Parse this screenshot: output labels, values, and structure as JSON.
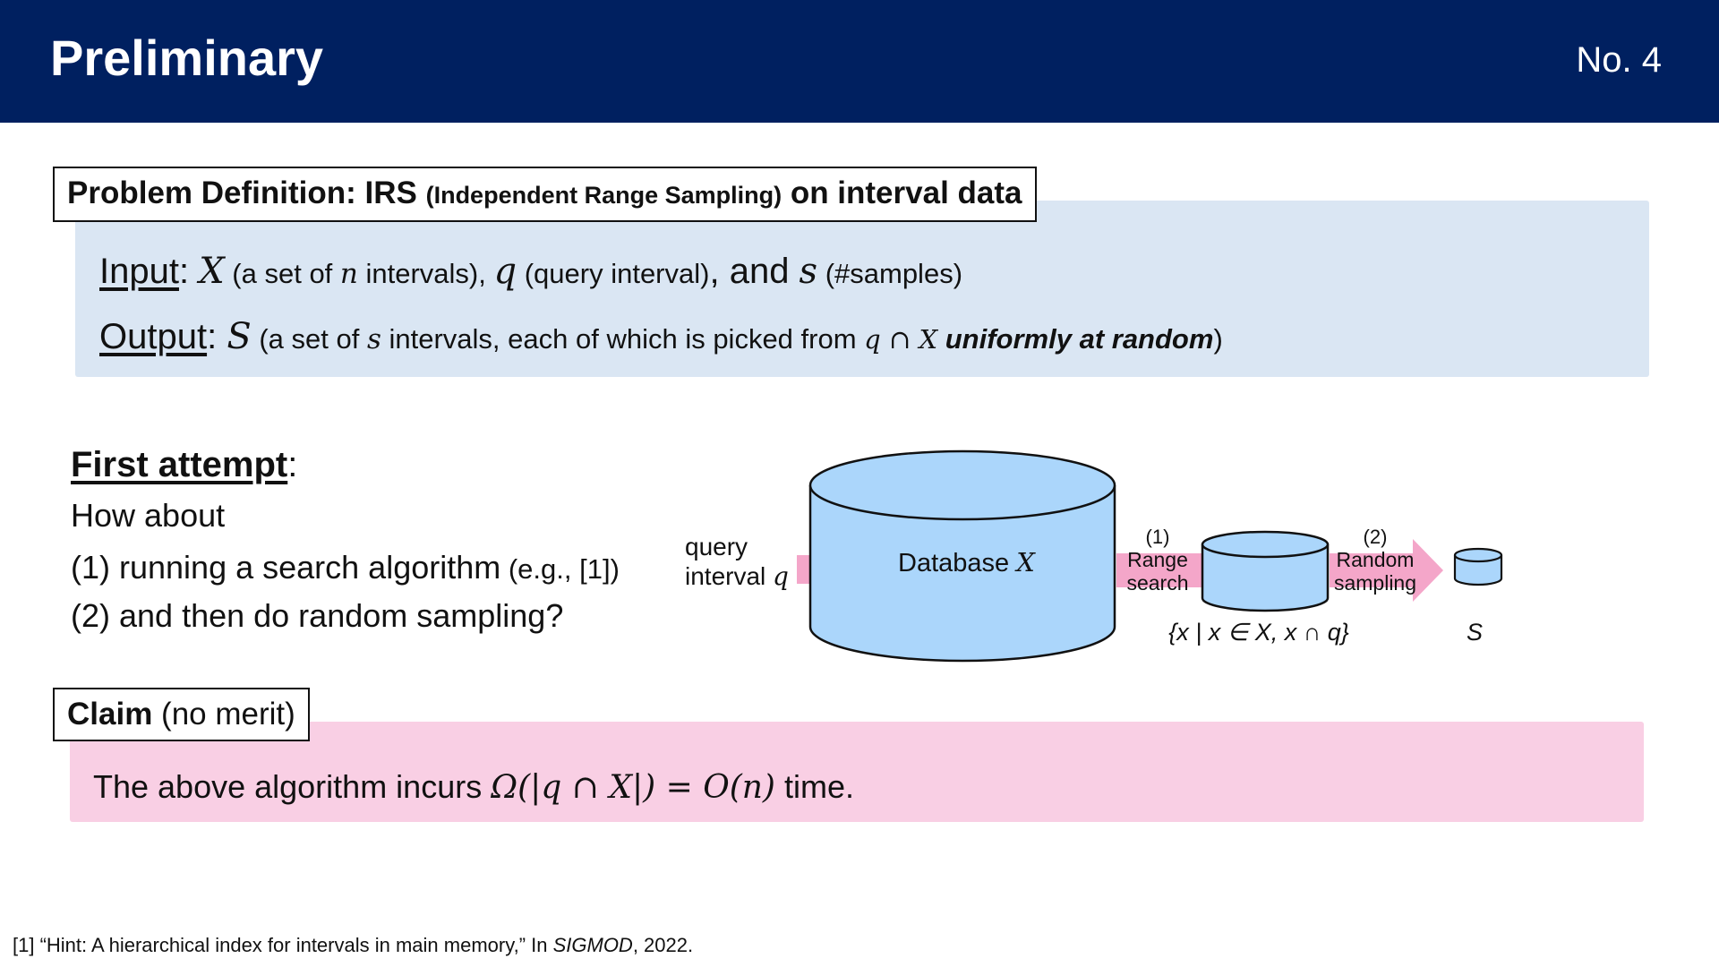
{
  "header": {
    "title": "Preliminary",
    "page_number": "No.  4"
  },
  "problem": {
    "label_main": "Problem Definition: IRS ",
    "label_paren": "(Independent Range Sampling)",
    "label_tail": " on interval data",
    "input_label": "Input",
    "input_X": "X",
    "input_X_desc_a": " (a set of ",
    "input_n": "n",
    "input_X_desc_b": " intervals), ",
    "input_q": "q",
    "input_q_desc": " (query interval)",
    "input_and": ", and ",
    "input_s": "s",
    "input_s_desc": " (#samples)",
    "output_label": "Output",
    "output_S": "S",
    "output_desc_a": " (a set of ",
    "output_s": "s",
    "output_desc_b": " intervals, each of which is picked from ",
    "output_math": "q ∩ X",
    "output_emph": "uniformly at random",
    "output_close": ")"
  },
  "attempt": {
    "title": "First attempt",
    "colon": ":",
    "line1": "How about",
    "line2": "(1) running a search algorithm",
    "line2_ref": " (e.g., [1])",
    "line3": "(2) and then do random sampling?"
  },
  "diagram": {
    "query_line1": "query",
    "query_line2": "interval ",
    "query_var": "q",
    "database_label": "Database ",
    "database_var": "X",
    "step1_num": "(1)",
    "step1_line1": "Range",
    "step1_line2": "search",
    "step2_num": "(2)",
    "step2_line1": "Random",
    "step2_line2": "sampling",
    "set_label": "{x | x ∈ X, x ∩ q}",
    "result_label": "S",
    "cylinder_fill": "#abd6fb",
    "arrow_fill": "#f4a6c9"
  },
  "claim": {
    "label_bold": "Claim",
    "label_rest": " (no merit)",
    "text_a": "The above algorithm incurs ",
    "math": "Ω(|q ∩ X|) = O(n)",
    "text_b": " time."
  },
  "footnote": {
    "text_a": "[1] “Hint: A hierarchical index for intervals in main memory,” In ",
    "venue": "SIGMOD",
    "text_b": ", 2022."
  },
  "colors": {
    "header_bg": "#002060",
    "panel_blue": "#dae6f3",
    "panel_pink": "#f9cfe4"
  }
}
